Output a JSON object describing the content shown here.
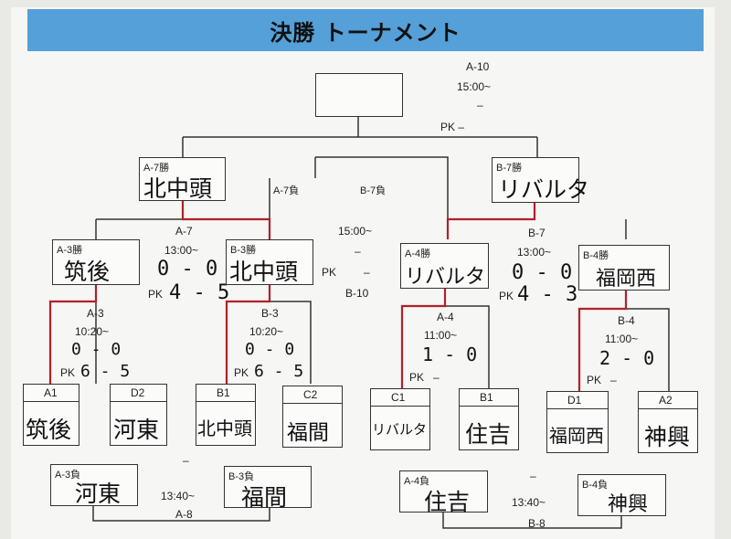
{
  "title": "決勝 トーナメント",
  "final": {
    "code": "A-10",
    "time": "15:00~",
    "score": "–",
    "pk": "PK –",
    "winner": ""
  },
  "semis": {
    "left": {
      "tag": "A-7勝",
      "team": "北中頭"
    },
    "right": {
      "tag": "B-7勝",
      "team": "リバルタ"
    }
  },
  "third": {
    "left_tag": "A-7負",
    "right_tag": "B-7負",
    "time": "15:00~",
    "score": "–",
    "pk": "PK",
    "pk_score": "–",
    "code": "B-10"
  },
  "round2": {
    "A7": {
      "code": "A-7",
      "time": "13:00~",
      "score": "0 - 0",
      "pk": "PK",
      "pk_score": "4 - 5"
    },
    "B7": {
      "code": "B-7",
      "time": "13:00~",
      "score": "0 - 0",
      "pk": "PK",
      "pk_score": "4 - 3"
    }
  },
  "qf": {
    "A3w": {
      "tag": "A-3勝",
      "team": "筑後"
    },
    "B3w": {
      "tag": "B-3勝",
      "team": "北中頭"
    },
    "A4w": {
      "tag": "A-4勝",
      "team": "リバルタ"
    },
    "B4w": {
      "tag": "B-4勝",
      "team": "福岡西"
    }
  },
  "round1": {
    "A3": {
      "code": "A-3",
      "time": "10:20~",
      "score": "0 - 0",
      "pk": "PK",
      "pk_score": "6 - 5"
    },
    "B3": {
      "code": "B-3",
      "time": "10:20~",
      "score": "0 - 0",
      "pk": "PK",
      "pk_score": "6 - 5"
    },
    "A4": {
      "code": "A-4",
      "time": "11:00~",
      "score": "1 - 0",
      "pk": "PK",
      "pk_score": "–"
    },
    "B4": {
      "code": "B-4",
      "time": "11:00~",
      "score": "2 - 0",
      "pk": "PK",
      "pk_score": "–"
    }
  },
  "teams": [
    {
      "seed": "A1",
      "name": "筑後"
    },
    {
      "seed": "D2",
      "name": "河東"
    },
    {
      "seed": "B1",
      "name": "北中頭"
    },
    {
      "seed": "C2",
      "name": "福間"
    },
    {
      "seed": "C1",
      "name": "リバルタ"
    },
    {
      "seed": "B1",
      "name": "住吉"
    },
    {
      "seed": "D1",
      "name": "福岡西"
    },
    {
      "seed": "A2",
      "name": "神興"
    }
  ],
  "consolation": {
    "A8": {
      "left_tag": "A-3負",
      "left_team": "河東",
      "right_tag": "B-3負",
      "right_team": "福間",
      "time": "13:40~",
      "score": "–",
      "code": "A-8"
    },
    "B8": {
      "left_tag": "A-4負",
      "left_team": "住吉",
      "right_tag": "B-4負",
      "right_team": "神興",
      "time": "13:40~",
      "score": "–",
      "code": "B-8"
    }
  },
  "colors": {
    "banner": "#55a0d8",
    "winner_line": "#b0202a",
    "line": "#333333"
  }
}
